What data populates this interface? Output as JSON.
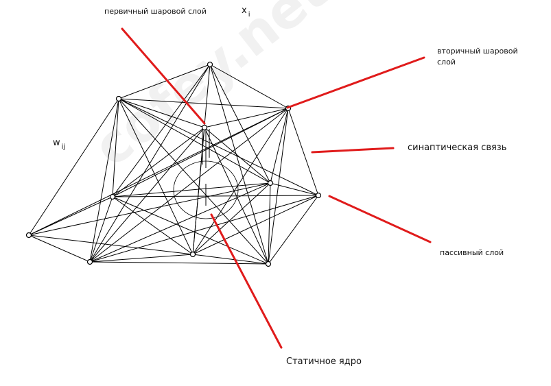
{
  "labels": {
    "primary_layer": "первичный шаровой слой",
    "x_var": "x",
    "x_sub": "i",
    "secondary_layer_line1": "вторичный шаровой",
    "secondary_layer_line2": "слой",
    "w_var": "w",
    "w_sub": "ij",
    "synaptic": "синаптическая связь",
    "passive_layer": "пассивный слой",
    "static_core": "Статичное ядро"
  },
  "watermark": "cofey.net",
  "colors": {
    "network": "#000000",
    "pointer": "#e01b1b"
  }
}
